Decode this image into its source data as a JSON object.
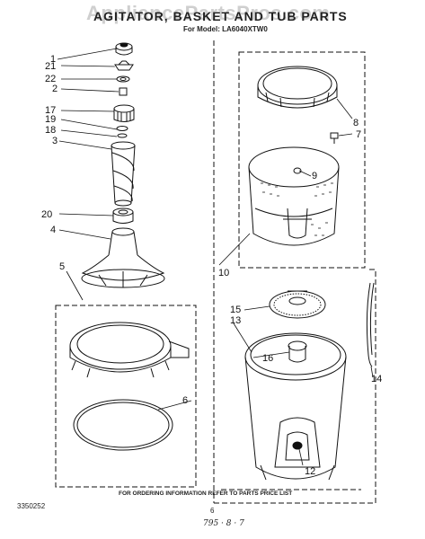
{
  "header": {
    "watermark": "AppliancePartsPros.com",
    "title": "AGITATOR, BASKET AND TUB PARTS",
    "subtitle": "For Model: LA6040XTW0"
  },
  "footer": {
    "note": "FOR ORDERING INFORMATION REFER TO PARTS PRICE LIST",
    "part_code": "3350252",
    "page_number": "6",
    "stamp": "795 · 8 · 7"
  },
  "callouts": {
    "c1": "1",
    "c21": "21",
    "c22": "22",
    "c2": "2",
    "c17": "17",
    "c19": "19",
    "c18": "18",
    "c3": "3",
    "c20": "20",
    "c4": "4",
    "c5": "5",
    "c6": "6",
    "c8": "8",
    "c7": "7",
    "c9": "9",
    "c10": "10",
    "c15": "15",
    "c13": "13",
    "c16": "16",
    "c14": "14",
    "c12": "12"
  },
  "colors": {
    "ink": "#111111",
    "watermark": "#cfcfcf",
    "background": "#ffffff"
  }
}
